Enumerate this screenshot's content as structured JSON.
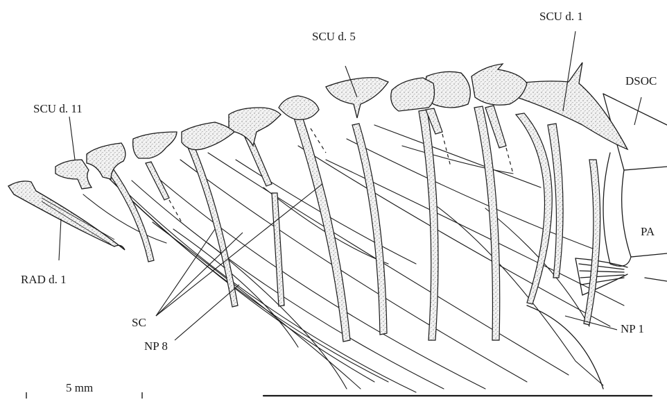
{
  "labels": {
    "scu_d1": "SCU d. 1",
    "scu_d5": "SCU d. 5",
    "scu_d11": "SCU d. 11",
    "dsoc": "DSOC",
    "pa": "PA",
    "rad_d1": "RAD d. 1",
    "sc": "SC",
    "np8": "NP 8",
    "np1": "NP 1",
    "scale": "5 mm"
  },
  "colors": {
    "ink": "#1a1a1a",
    "stipple_fill": "#e9e9e9",
    "paper": "#ffffff"
  }
}
